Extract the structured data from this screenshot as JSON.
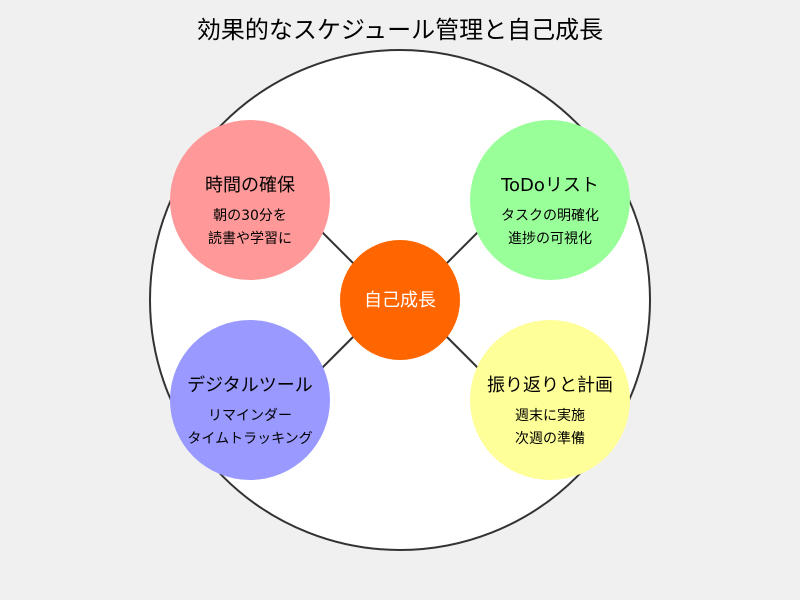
{
  "title": "効果的なスケジュール管理と自己成長",
  "center": {
    "label": "自己成長",
    "color": "#ff6600"
  },
  "outer_circle": {
    "fill": "#ffffff",
    "stroke": "#333333"
  },
  "nodes": [
    {
      "id": "time",
      "title": "時間の確保",
      "lines": [
        "朝の30分を",
        "読書や学習に"
      ],
      "color": "#ff9999"
    },
    {
      "id": "todo",
      "title": "ToDoリスト",
      "lines": [
        "タスクの明確化",
        "進捗の可視化"
      ],
      "color": "#99ff99"
    },
    {
      "id": "digital",
      "title": "デジタルツール",
      "lines": [
        "リマインダー",
        "タイムトラッキング"
      ],
      "color": "#9999ff"
    },
    {
      "id": "review",
      "title": "振り返りと計画",
      "lines": [
        "週末に実施",
        "次週の準備"
      ],
      "color": "#ffff99"
    }
  ],
  "arrow_color": "#333333"
}
